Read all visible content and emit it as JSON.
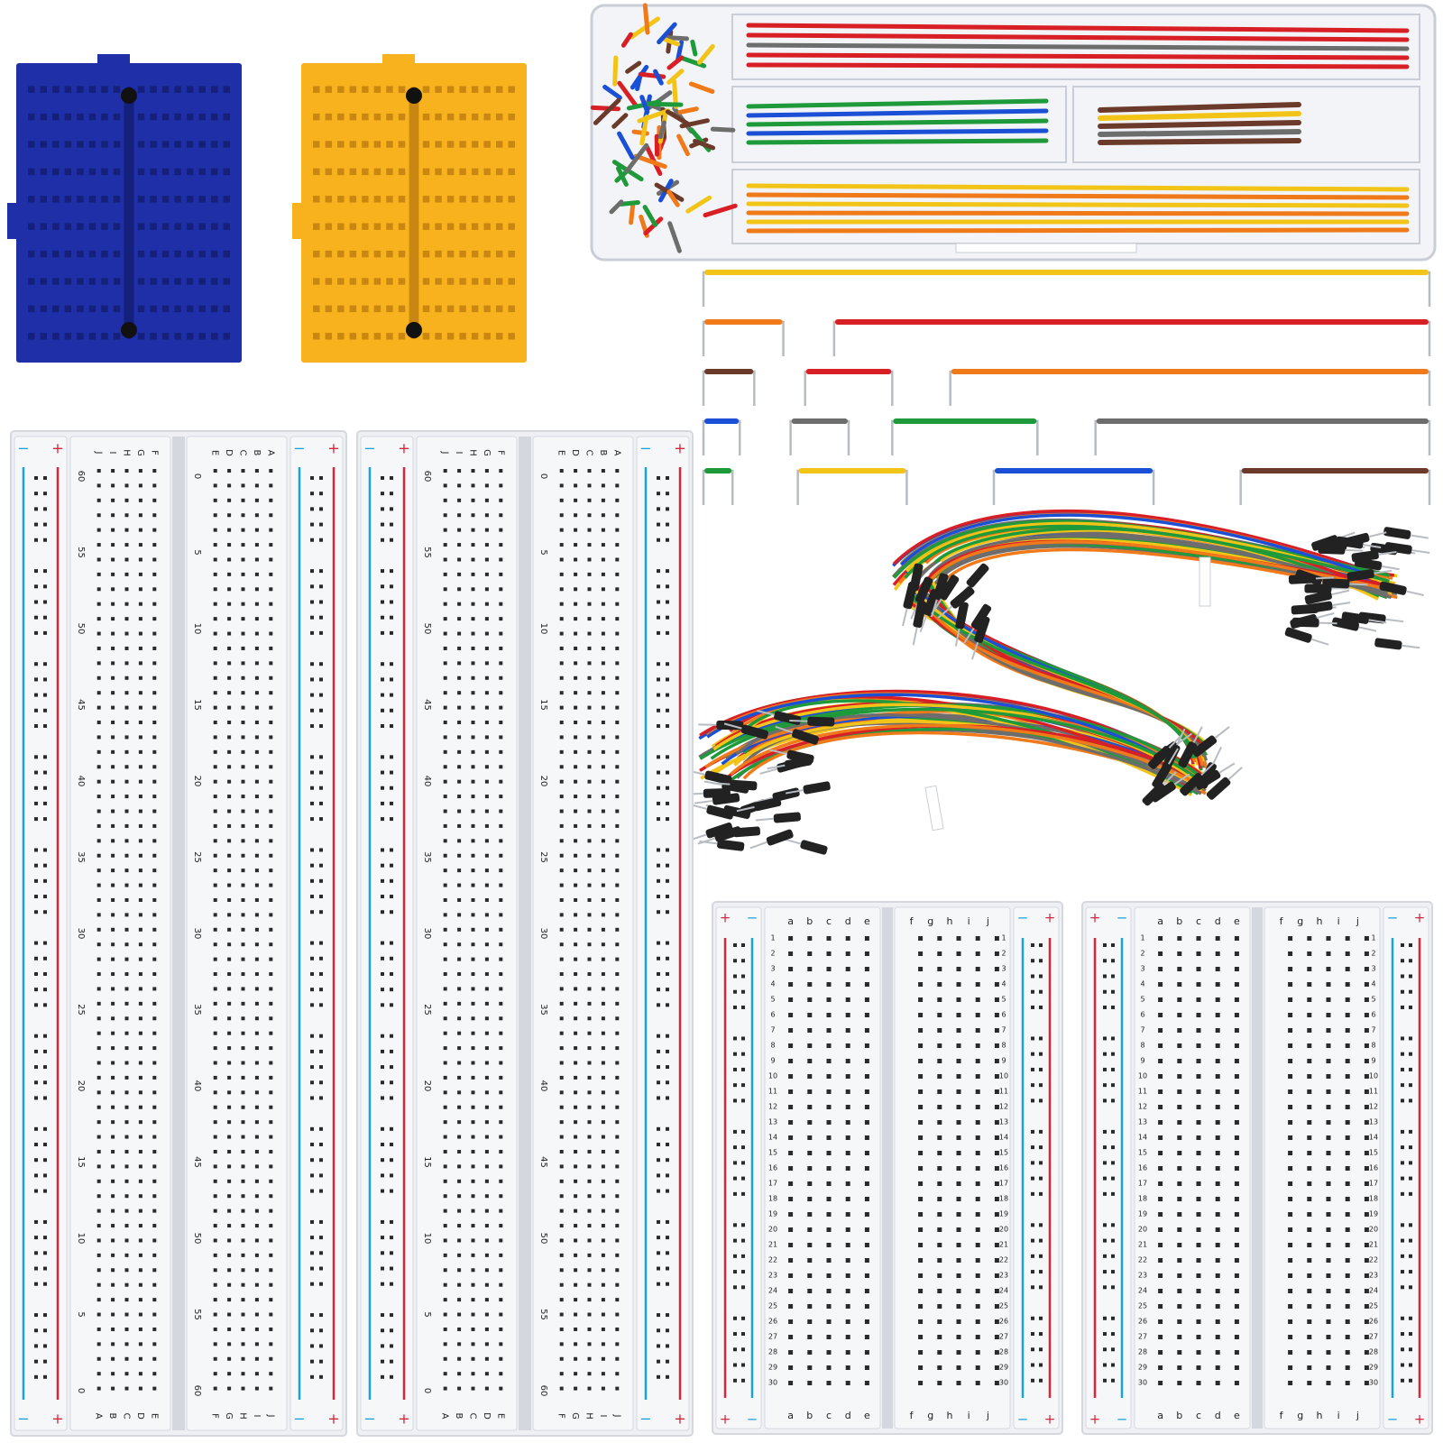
{
  "scene": {
    "description_free": true,
    "background": "#ffffff"
  },
  "colors": {
    "blue_board": "#1f2fa8",
    "blue_board_dark": "#14207a",
    "yellow_board": "#f7b21e",
    "yellow_board_dark": "#c98610",
    "board_white": "#eef0f3",
    "board_shade": "#d4d8de",
    "hole": "#2a2a2a",
    "rail_red": "#d8263a",
    "rail_blue": "#1aa3d9",
    "box_plastic": "#f2f4f7",
    "box_edge": "#c9ced6",
    "wire_red": "#d81f26",
    "wire_orange": "#f07a1a",
    "wire_yellow": "#f3c418",
    "wire_green": "#1f9a3a",
    "wire_blue": "#1b4fd6",
    "wire_gray": "#6d6d6d",
    "wire_brown": "#6b3a2a",
    "pin_black": "#222222",
    "pin_metal": "#b7bcc2"
  },
  "mini_boards": [
    {
      "name": "blue-mini-breadboard",
      "color_key": "blue_board",
      "dark_key": "blue_board_dark",
      "cols": 17,
      "rows": 10
    },
    {
      "name": "yellow-mini-breadboard",
      "color_key": "yellow_board",
      "dark_key": "yellow_board_dark",
      "cols": 17,
      "rows": 10
    }
  ],
  "full_boards": [
    {
      "name": "breadboard-830-left",
      "top_rail_signs": [
        "−",
        "+",
        "−",
        "+"
      ],
      "bottom_rail_signs": [
        "−",
        "+",
        "−",
        "+"
      ],
      "top_letters_left": [
        "J",
        "I",
        "H",
        "G",
        "F"
      ],
      "top_letters_right": [
        "E",
        "D",
        "C",
        "B",
        "A"
      ],
      "bottom_letters_left": [
        "A",
        "B",
        "C",
        "D",
        "E"
      ],
      "bottom_letters_right": [
        "F",
        "G",
        "H",
        "I",
        "J"
      ],
      "numbers_left": [
        "60",
        "55",
        "50",
        "45",
        "40",
        "35",
        "30",
        "25",
        "20",
        "15",
        "10",
        "5",
        "0"
      ],
      "numbers_right": [
        "0",
        "5",
        "10",
        "15",
        "20",
        "25",
        "30",
        "35",
        "40",
        "45",
        "50",
        "55",
        "60"
      ]
    },
    {
      "name": "breadboard-830-right",
      "top_rail_signs": [
        "−",
        "+",
        "−",
        "+"
      ],
      "bottom_rail_signs": [
        "−",
        "+",
        "−",
        "+"
      ],
      "top_letters_left": [
        "J",
        "I",
        "H",
        "G",
        "F"
      ],
      "top_letters_right": [
        "E",
        "D",
        "C",
        "B",
        "A"
      ],
      "bottom_letters_left": [
        "A",
        "B",
        "C",
        "D",
        "E"
      ],
      "bottom_letters_right": [
        "F",
        "G",
        "H",
        "I",
        "J"
      ],
      "numbers_left": [
        "60",
        "55",
        "50",
        "45",
        "40",
        "35",
        "30",
        "25",
        "20",
        "15",
        "10",
        "5",
        "0"
      ],
      "numbers_right": [
        "0",
        "5",
        "10",
        "15",
        "20",
        "25",
        "30",
        "35",
        "40",
        "45",
        "50",
        "55",
        "60"
      ]
    }
  ],
  "half_boards": [
    {
      "name": "breadboard-400-left",
      "rail_signs_top": [
        "+",
        "−",
        "−",
        "+"
      ],
      "rail_signs_bottom": [
        "+",
        "−",
        "−",
        "+"
      ],
      "letters_left": [
        "a",
        "b",
        "c",
        "d",
        "e"
      ],
      "letters_right": [
        "f",
        "g",
        "h",
        "i",
        "j"
      ],
      "numbers": [
        "1",
        "2",
        "3",
        "4",
        "5",
        "6",
        "7",
        "8",
        "9",
        "10",
        "11",
        "12",
        "13",
        "14",
        "15",
        "16",
        "17",
        "18",
        "19",
        "20",
        "21",
        "22",
        "23",
        "24",
        "25",
        "26",
        "27",
        "28",
        "29",
        "30"
      ]
    },
    {
      "name": "breadboard-400-right",
      "rail_signs_top": [
        "+",
        "−",
        "−",
        "+"
      ],
      "rail_signs_bottom": [
        "+",
        "−",
        "−",
        "+"
      ],
      "letters_left": [
        "a",
        "b",
        "c",
        "d",
        "e"
      ],
      "letters_right": [
        "f",
        "g",
        "h",
        "i",
        "j"
      ],
      "numbers": [
        "1",
        "2",
        "3",
        "4",
        "5",
        "6",
        "7",
        "8",
        "9",
        "10",
        "11",
        "12",
        "13",
        "14",
        "15",
        "16",
        "17",
        "18",
        "19",
        "20",
        "21",
        "22",
        "23",
        "24",
        "25",
        "26",
        "27",
        "28",
        "29",
        "30"
      ]
    }
  ],
  "box_wires": {
    "long_top": [
      "wire_red",
      "wire_red",
      "wire_gray",
      "wire_red",
      "wire_red"
    ],
    "mid_left": [
      "wire_green",
      "wire_blue",
      "wire_green",
      "wire_blue",
      "wire_green"
    ],
    "mid_right": [
      "wire_brown",
      "wire_yellow",
      "wire_brown",
      "wire_gray",
      "wire_brown"
    ],
    "long_bottom": [
      "wire_yellow",
      "wire_orange",
      "wire_yellow",
      "wire_orange",
      "wire_yellow",
      "wire_orange"
    ],
    "small_bits": [
      "wire_red",
      "wire_orange",
      "wire_gray",
      "wire_blue",
      "wire_green",
      "wire_yellow",
      "wire_brown"
    ]
  },
  "jumpers": [
    {
      "row": 0,
      "start": 0.0,
      "length": 1.0,
      "color_key": "wire_yellow"
    },
    {
      "row": 1,
      "start": 0.0,
      "length": 0.11,
      "color_key": "wire_orange"
    },
    {
      "row": 1,
      "start": 0.18,
      "length": 0.82,
      "color_key": "wire_red"
    },
    {
      "row": 2,
      "start": 0.0,
      "length": 0.07,
      "color_key": "wire_brown"
    },
    {
      "row": 2,
      "start": 0.14,
      "length": 0.12,
      "color_key": "wire_red"
    },
    {
      "row": 2,
      "start": 0.34,
      "length": 0.66,
      "color_key": "wire_orange"
    },
    {
      "row": 3,
      "start": 0.0,
      "length": 0.05,
      "color_key": "wire_blue"
    },
    {
      "row": 3,
      "start": 0.12,
      "length": 0.08,
      "color_key": "wire_gray"
    },
    {
      "row": 3,
      "start": 0.26,
      "length": 0.2,
      "color_key": "wire_green"
    },
    {
      "row": 3,
      "start": 0.54,
      "length": 0.46,
      "color_key": "wire_gray"
    },
    {
      "row": 4,
      "start": 0.0,
      "length": 0.04,
      "color_key": "wire_green"
    },
    {
      "row": 4,
      "start": 0.13,
      "length": 0.15,
      "color_key": "wire_yellow"
    },
    {
      "row": 4,
      "start": 0.4,
      "length": 0.22,
      "color_key": "wire_blue"
    },
    {
      "row": 4,
      "start": 0.74,
      "length": 0.26,
      "color_key": "wire_brown"
    }
  ],
  "dupont_colors": [
    "wire_red",
    "wire_orange",
    "wire_yellow",
    "wire_green",
    "wire_blue",
    "wire_gray"
  ]
}
